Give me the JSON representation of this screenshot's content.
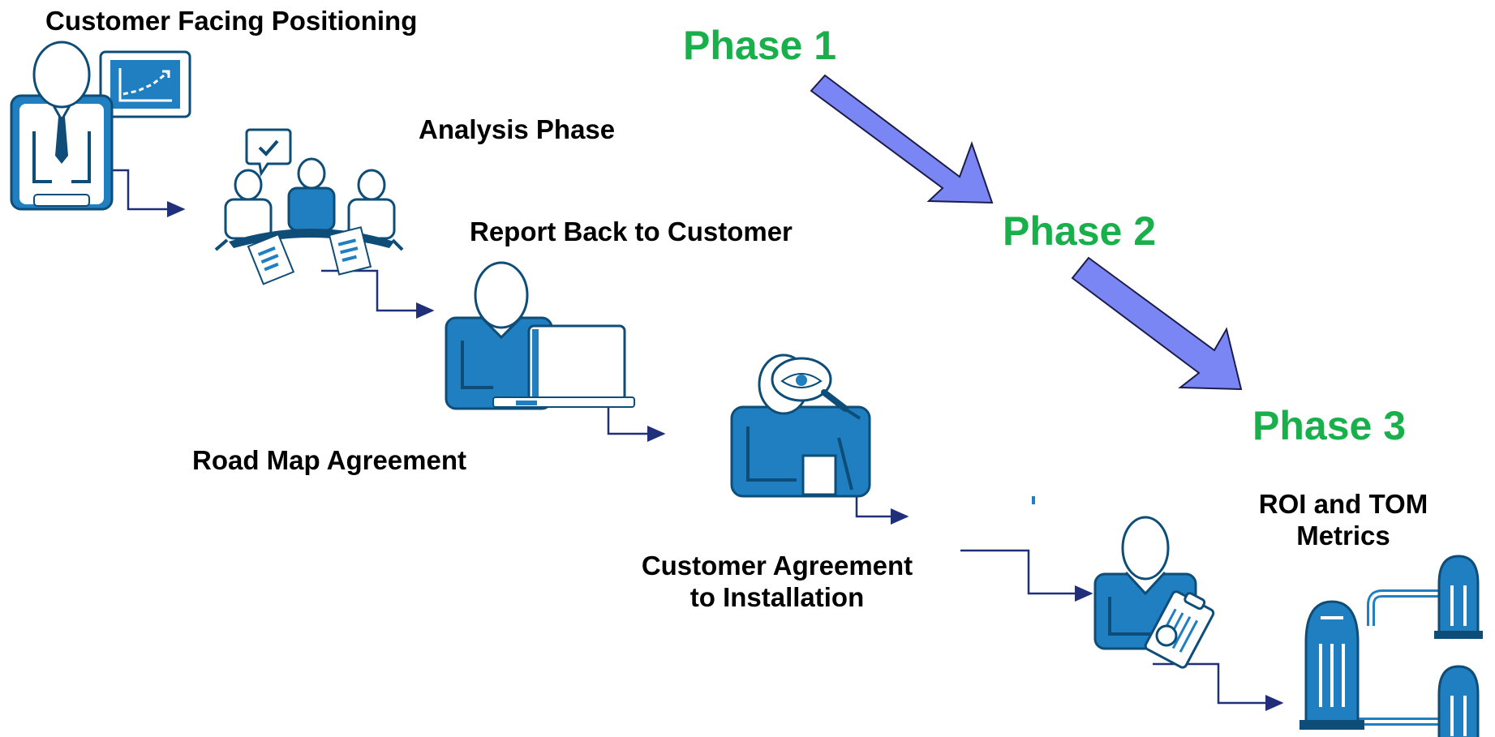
{
  "colors": {
    "phase_text": "#19b04c",
    "icon_blue": "#1f7fc0",
    "icon_dark": "#0e4d78",
    "connector": "#1f2f7a",
    "phase_arrow_fill": "#7b86f5",
    "phase_arrow_stroke": "#1c1c4a"
  },
  "steps": [
    {
      "label": "Customer Facing Positioning",
      "icon": "presenter-chart-icon"
    },
    {
      "label": "Analysis Phase",
      "icon": "meeting-table-icon"
    },
    {
      "label": "Report Back to Customer",
      "icon": "person-laptop-icon"
    },
    {
      "label": "Road Map Agreement",
      "icon": "person-magnifier-icon"
    },
    {
      "label_line1": "Customer Agreement",
      "label_line2": "to Installation",
      "icon": "person-clipboard-icon"
    },
    {
      "label_line1": "ROI and TOM",
      "label_line2": "Metrics",
      "icon": "network-servers-icon"
    }
  ],
  "phases": [
    {
      "label": "Phase 1"
    },
    {
      "label": "Phase 2"
    },
    {
      "label": "Phase 3"
    }
  ]
}
